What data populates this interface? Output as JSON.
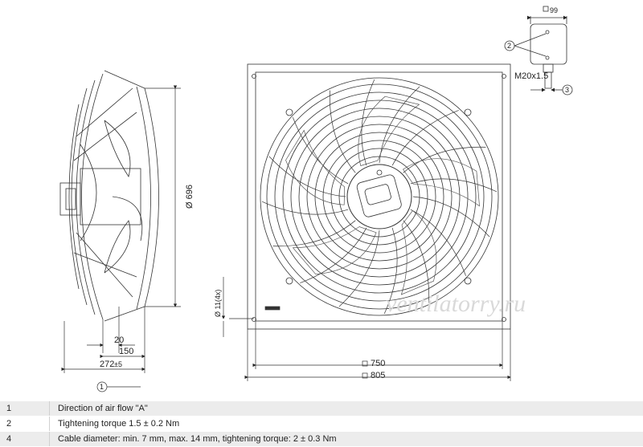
{
  "dimensions": {
    "diameter": "Ø 696",
    "hole": "Ø 11(4x)",
    "side_20": "20",
    "side_150": "150",
    "side_272": "272",
    "side_272_tol": "±5",
    "square_750": "750",
    "square_805": "805",
    "box_99": "99",
    "thread": "M20x1.5"
  },
  "callouts": {
    "c1": "1",
    "c2": "2",
    "c3": "3"
  },
  "watermark": "ventilatorry.ru",
  "notes": [
    {
      "num": "1",
      "text": "Direction of air flow \"A\""
    },
    {
      "num": "2",
      "text": "Tightening torque 1.5 ± 0.2 Nm"
    },
    {
      "num": "4",
      "text": "Cable diameter: min. 7 mm, max. 14 mm, tightening torque: 2 ± 0.3 Nm"
    }
  ]
}
